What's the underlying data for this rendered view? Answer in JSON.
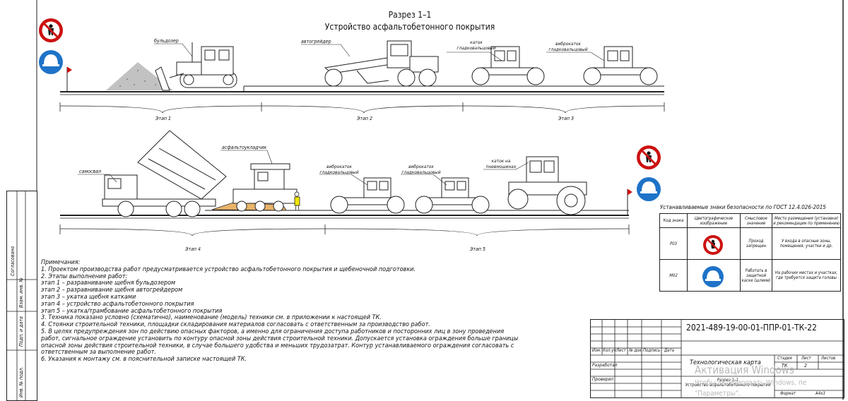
{
  "header": {
    "section": "Разрез 1–1",
    "title": "Устройство асфальтобетонного покрытия"
  },
  "machines": {
    "bulldozer": "бульдозер",
    "grader": "автогрейдер",
    "roller_smooth": "каток гладковальцовый",
    "vib_roller": "виброкаток гладковальцовый",
    "dump_truck": "самосвал",
    "paver": "асфальтоукладчик",
    "pneumatic_roller": "каток на пневмошинах"
  },
  "stages": [
    "Этап 1",
    "Этап 2",
    "Этап 3",
    "Этап 4",
    "Этап 5"
  ],
  "notes": {
    "heading": "Примечания:",
    "lines": [
      "1.  Проектом производства работ предусматривается устройство асфальтобетонного покрытия и щебеночной подготовки.",
      "2.  Этапы выполнения работ:",
      "этап 1 – разравнивание щебня бульдозером",
      "этап 2 – разравнивание щебня автогрейдером",
      "этап 3 – укатка щебня катками",
      "этап 4 – устройство асфальтобетонного покрытия",
      "этап 5 – укатка/трамбование асфальтобетонного покрытия",
      "3.  Техника показано условно (схематично), наименование (модель) техники см. в приложении к настоящей ТК.",
      "4.  Стоянки строительной техники, площадки складирования материалов согласовать с ответственным за производство работ.",
      "5.  В целях предупреждения зон по действию опасных факторов, а именно для ограничения доступа работников и посторонних лиц в зону проведения",
      "работ, сигнальное ограждение установить по контуру опасной зоны действия строительной техники. Допускается установка ограждения больше границы",
      "опасной зоны действия строительной техники, в случае большего удобства и меньших трудозатрат. Контур устанавливаемого ограждения согласовать с",
      "ответственным за выполнение работ.",
      "6.  Указания к монтажу см. в пояснительной записке настоящей ТК."
    ]
  },
  "signs_table": {
    "caption": "Устанавливаемые знаки безопасности по ГОСТ 12.4.026-2015",
    "headers": [
      "Код знака",
      "Цветографическое изображение",
      "Смысловое значение",
      "Место размещения (установки) и рекомендации по применению"
    ],
    "rows": [
      {
        "code": "P03",
        "meaning": "Проход запрещен",
        "place": "У входа в опасные зоны, помещения, участки и др."
      },
      {
        "code": "M02",
        "meaning": "Работать в защитной каске (шлеме)",
        "place": "На рабочих местах и участках, где требуется защита головы"
      }
    ]
  },
  "stamp": {
    "code": "2021-489-19-00-01-ППР-01-ТК-22",
    "cols": [
      "Изм.",
      "Кол.уч",
      "Лист",
      "№ док.",
      "Подпись",
      "Дата"
    ],
    "rows": [
      "Разработал",
      "Проверил"
    ],
    "doc_title": "Технологическая карта",
    "stage_h": "Стадия",
    "sheet_h": "Лист",
    "sheets_h": "Листов",
    "stage": "ТК",
    "sheet": "2",
    "sheet_title": "Разрез 1–1\nУстройство асфальтобетонного покрытия",
    "format_label": "Формат",
    "format": "А4х3"
  },
  "side_strip": [
    "Согласовано",
    "Взам. инв. №",
    "Подп. и дата",
    "Инв. № подл."
  ],
  "watermark": {
    "line1": "Активация Windows",
    "line2": "Чтобы активировать Windows, пе",
    "line3": "\"Параметры\"."
  },
  "colors": {
    "prohibit": "#cc1111",
    "mandatory": "#1e73c8",
    "asphalt": "#e9b46a",
    "flag": "#cc1111",
    "worker": "#f2e600"
  }
}
